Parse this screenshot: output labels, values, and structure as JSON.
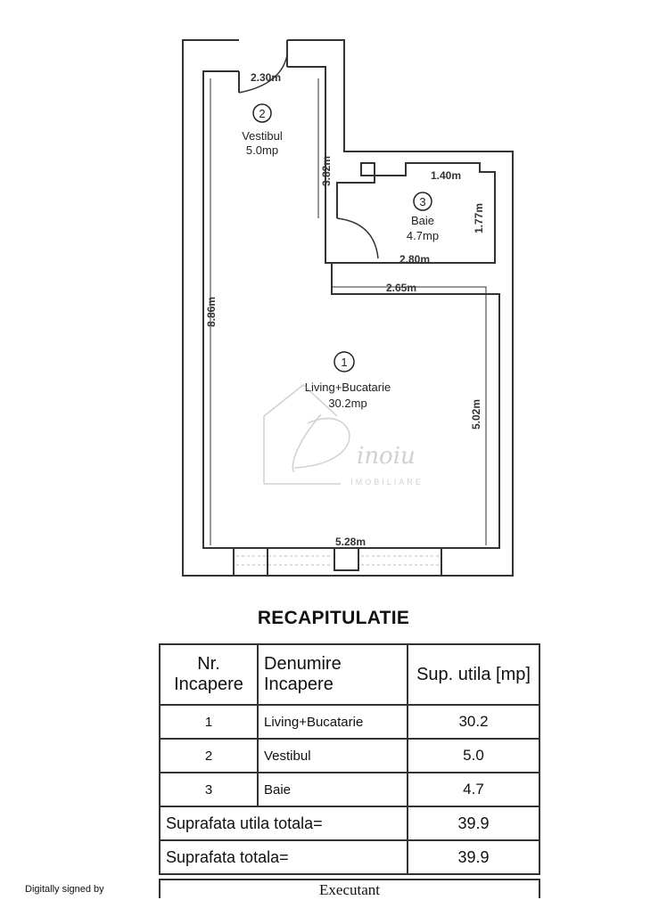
{
  "plan": {
    "rooms": [
      {
        "nr": "1",
        "name": "Living+Bucatarie",
        "area": "30.2mp"
      },
      {
        "nr": "2",
        "name": "Vestibul",
        "area": "5.0mp"
      },
      {
        "nr": "3",
        "name": "Baie",
        "area": "4.7mp"
      }
    ],
    "dimensions": {
      "vestibul_width": "2.30m",
      "vestibul_height": "3.82m",
      "baie_top": "1.40m",
      "baie_side": "1.77m",
      "baie_bottom": "2.80m",
      "living_top": "2.65m",
      "living_right": "5.02m",
      "living_bottom": "5.28m",
      "left_total": "8.86m"
    },
    "watermark": {
      "brand": "Dinoiu",
      "tagline": "IMOBILIARE"
    }
  },
  "recap": {
    "title": "RECAPITULATIE",
    "headers": [
      "Nr. Incapere",
      "Denumire Incapere",
      "Sup. utila [mp]"
    ],
    "rows": [
      {
        "nr": "1",
        "name": "Living+Bucatarie",
        "area": "30.2"
      },
      {
        "nr": "2",
        "name": "Vestibul",
        "area": "5.0"
      },
      {
        "nr": "3",
        "name": "Baie",
        "area": "4.7"
      }
    ],
    "total_util_label": "Suprafata utila totala=",
    "total_util": "39.9",
    "total_label": "Suprafata totala=",
    "total": "39.9",
    "executant": "Executant"
  },
  "signature": "Digitally signed by"
}
